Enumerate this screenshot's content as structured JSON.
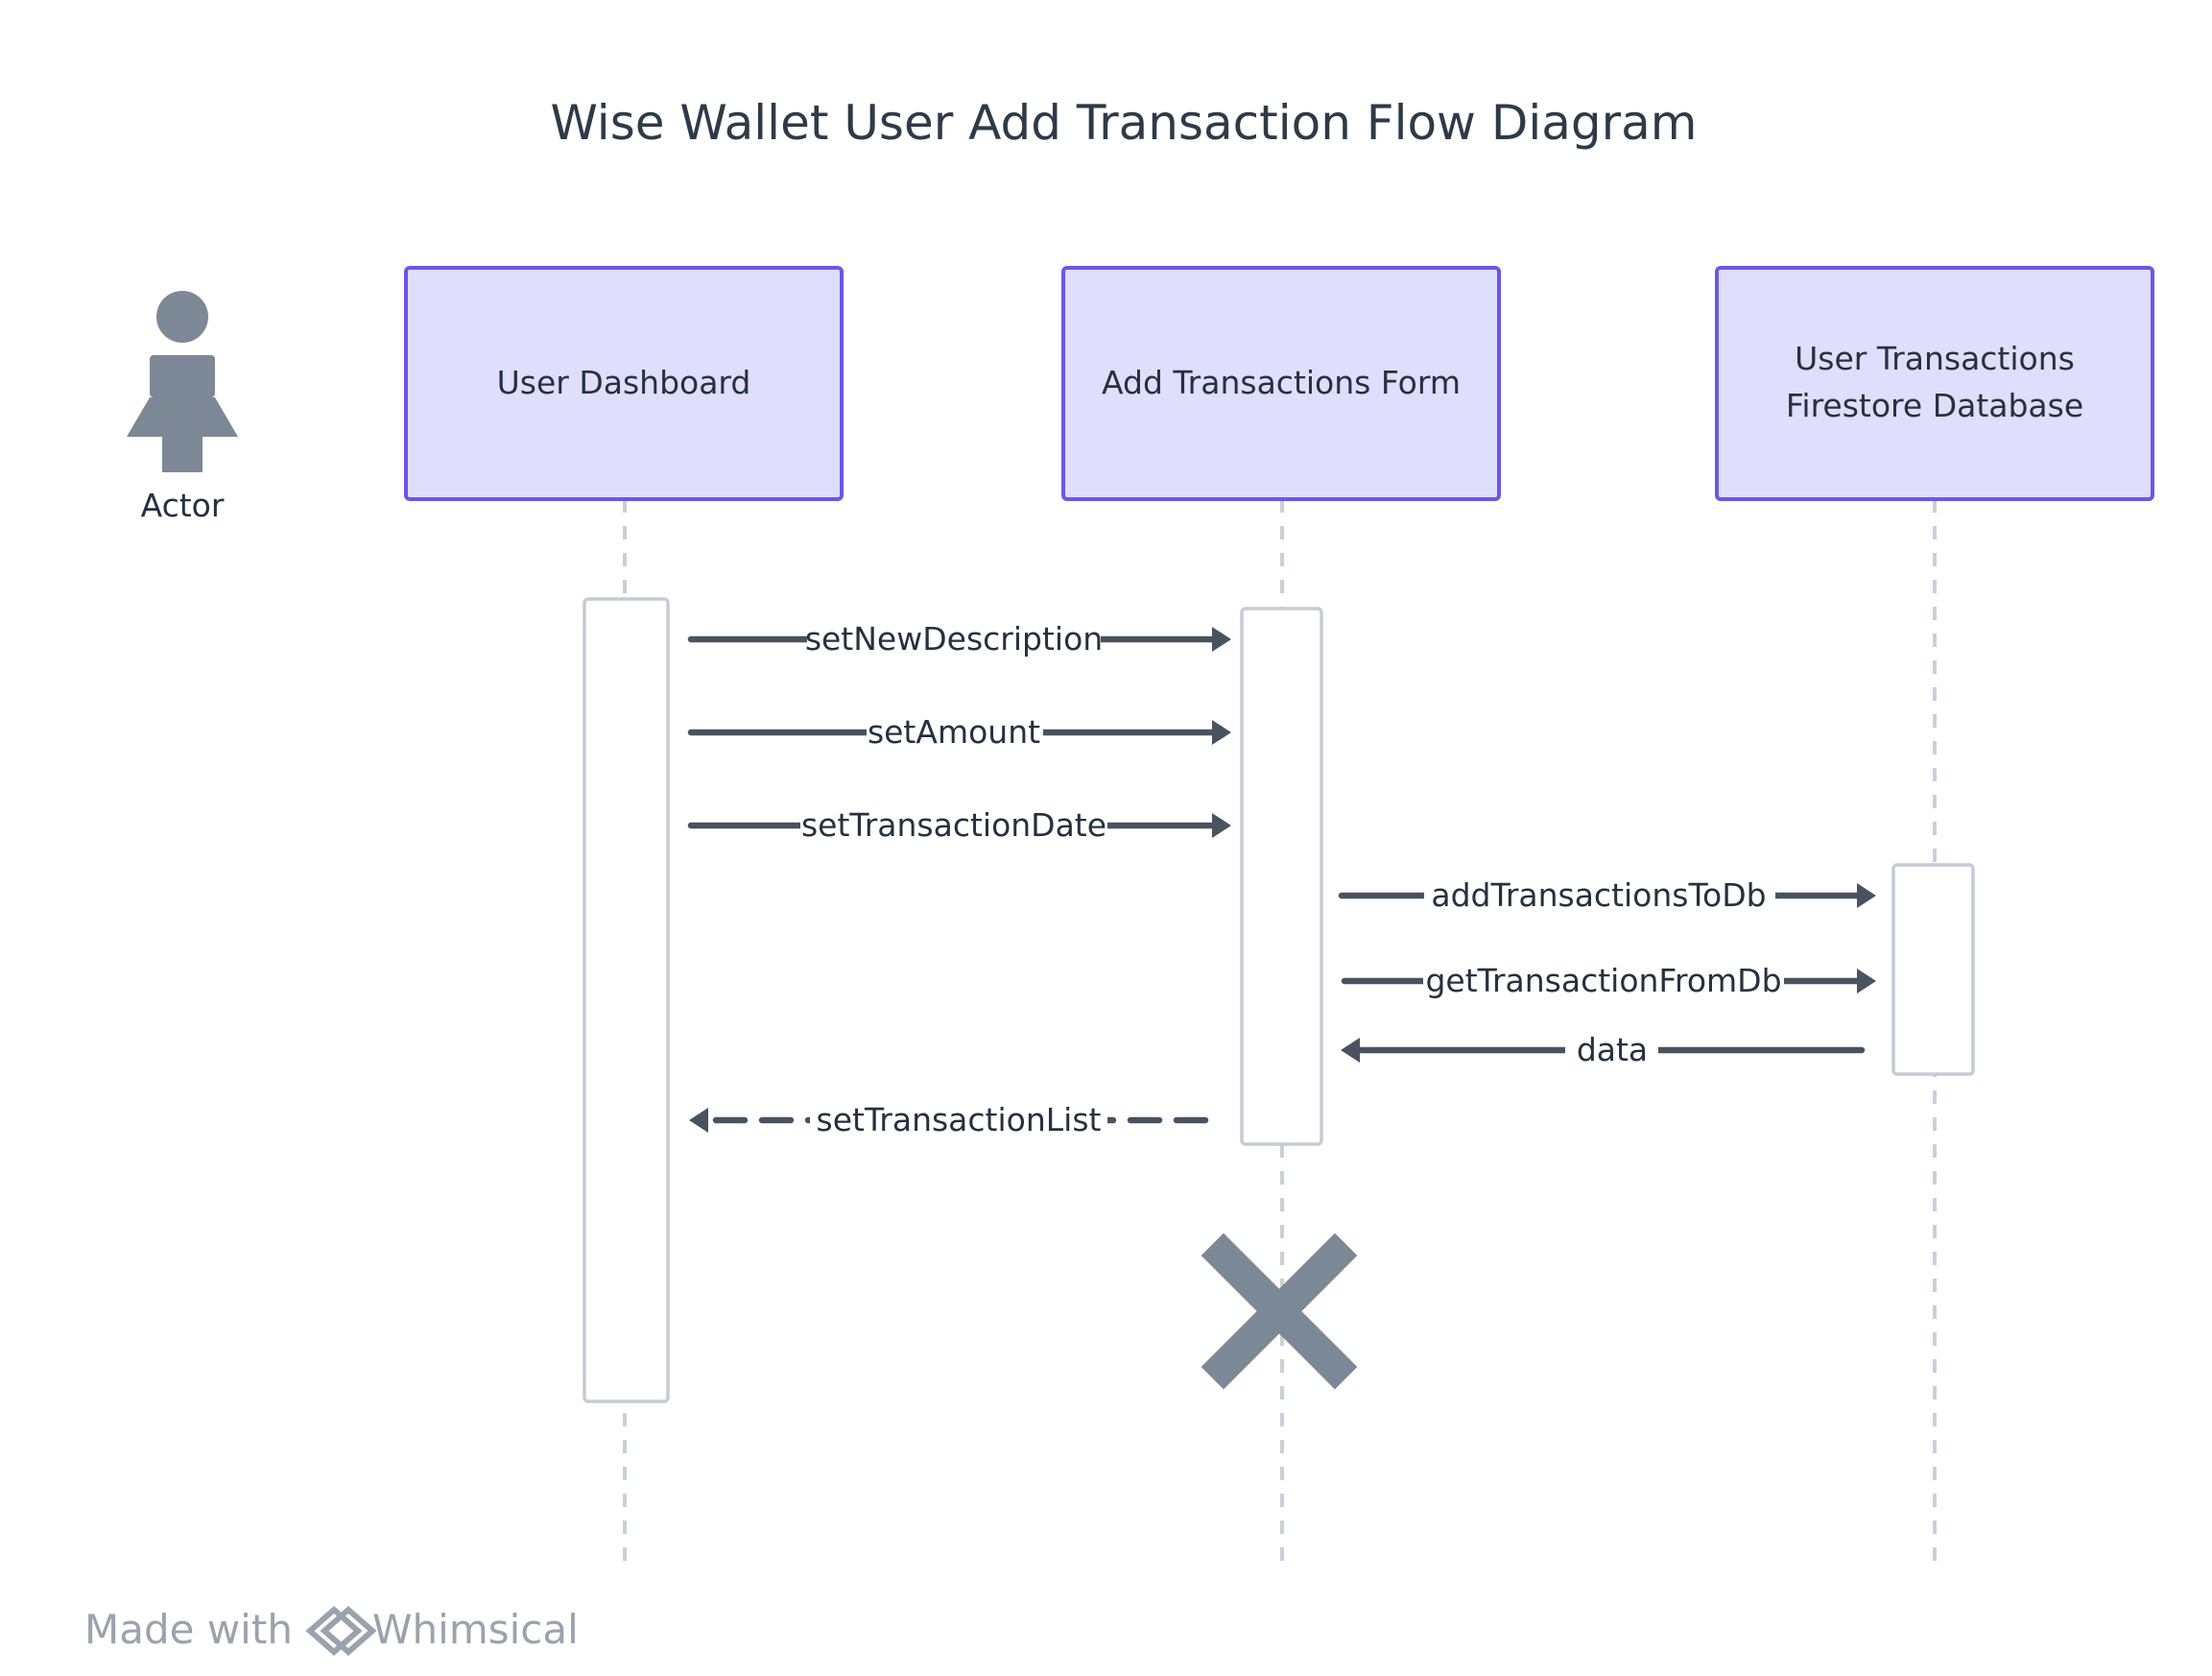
{
  "title": "Wise Wallet User Add Transaction Flow Diagram",
  "actor": {
    "label": "Actor",
    "icon": "person-icon"
  },
  "participants": [
    {
      "id": "dashboard",
      "lines": [
        "User Dashboard"
      ]
    },
    {
      "id": "form",
      "lines": [
        "Add Transactions Form"
      ]
    },
    {
      "id": "db",
      "lines": [
        "User Transactions",
        "Firestore Database"
      ]
    }
  ],
  "messages": [
    {
      "from": "dashboard",
      "to": "form",
      "label": "setNewDescription",
      "style": "solid"
    },
    {
      "from": "dashboard",
      "to": "form",
      "label": "setAmount",
      "style": "solid"
    },
    {
      "from": "dashboard",
      "to": "form",
      "label": "setTransactionDate",
      "style": "solid"
    },
    {
      "from": "form",
      "to": "db",
      "label": "addTransactionsToDb",
      "style": "solid"
    },
    {
      "from": "form",
      "to": "db",
      "label": "getTransactionFromDb",
      "style": "solid"
    },
    {
      "from": "db",
      "to": "form",
      "label": "data",
      "style": "solid"
    },
    {
      "from": "form",
      "to": "dashboard",
      "label": "setTransactionList",
      "style": "dashed"
    }
  ],
  "destroyed_participant": "form",
  "footer": {
    "made_with": "Made with",
    "brand": "Whimsical",
    "icon": "whimsical-logo-icon"
  },
  "colors": {
    "participant_fill": "#dfdefc",
    "participant_border": "#6b57e6",
    "arrow": "#48535f",
    "actor": "#7d8896",
    "lifeline": "#c8d0d8",
    "text": "#25313f",
    "footer": "#9aa3ad"
  }
}
